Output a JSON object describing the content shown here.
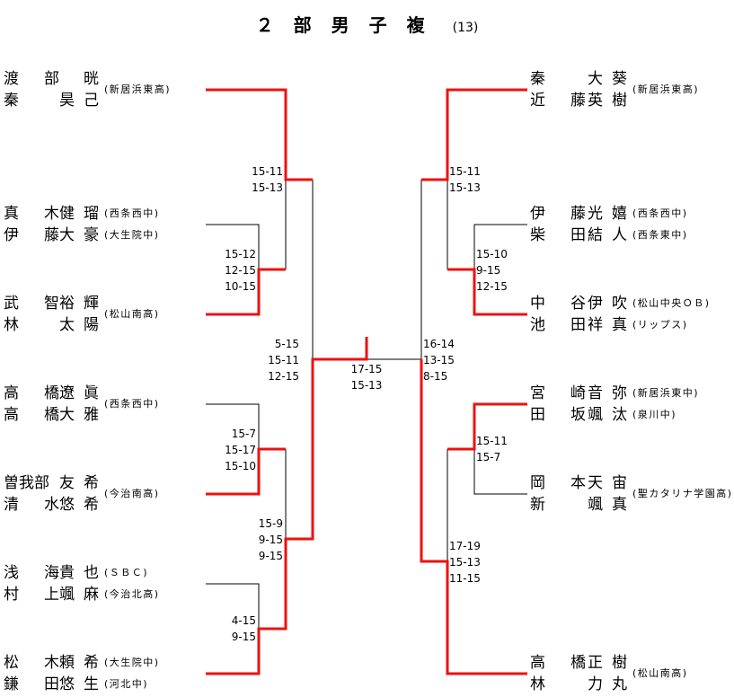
{
  "title": {
    "text": "２部男子複",
    "count": "(13)"
  },
  "left": [
    {
      "p": [
        {
          "s": "渡部",
          "g": "晄"
        },
        {
          "s": "秦",
          "g": "昊己"
        }
      ],
      "aff": "(新居浜東高)"
    },
    {
      "p": [
        {
          "s": "真木",
          "g": "健瑠",
          "a": "(西条西中)"
        },
        {
          "s": "伊藤",
          "g": "大豪",
          "a": "(大生院中)"
        }
      ]
    },
    {
      "p": [
        {
          "s": "武智",
          "g": "裕輝"
        },
        {
          "s": "林",
          "g": "太陽"
        }
      ],
      "aff": "(松山南高)"
    },
    {
      "p": [
        {
          "s": "高橋",
          "g": "遼眞"
        },
        {
          "s": "高橋",
          "g": "大雅"
        }
      ],
      "aff": "(西条西中)"
    },
    {
      "p": [
        {
          "s": "曽我部",
          "g": "友希"
        },
        {
          "s": "清水",
          "g": "悠希"
        }
      ],
      "aff": "(今治南高)"
    },
    {
      "p": [
        {
          "s": "浅海",
          "g": "貴也",
          "a": "(ＳＢＣ)"
        },
        {
          "s": "村上",
          "g": "颯麻",
          "a": "(今治北高)"
        }
      ]
    },
    {
      "p": [
        {
          "s": "松木",
          "g": "頼希",
          "a": "(大生院中)"
        },
        {
          "s": "鎌田",
          "g": "悠生",
          "a": "(河北中)"
        }
      ]
    }
  ],
  "right": [
    {
      "p": [
        {
          "s": "秦",
          "g": "大葵"
        },
        {
          "s": "近藤",
          "g": "英樹"
        }
      ],
      "aff": "(新居浜東高)"
    },
    {
      "p": [
        {
          "s": "伊藤",
          "g": "光嬉",
          "a": "(西条西中)"
        },
        {
          "s": "柴田",
          "g": "結人",
          "a": "(西条東中)"
        }
      ]
    },
    {
      "p": [
        {
          "s": "中谷",
          "g": "伊吹",
          "a": "(松山中央ＯＢ)"
        },
        {
          "s": "池田",
          "g": "祥真",
          "a": "(リップス)"
        }
      ]
    },
    {
      "p": [
        {
          "s": "宮崎",
          "g": "音弥",
          "a": "(新居浜東中)"
        },
        {
          "s": "田坂",
          "g": "颯汰",
          "a": "(泉川中)"
        }
      ]
    },
    {
      "p": [
        {
          "s": "岡本",
          "g": "天宙"
        },
        {
          "s": "新",
          "g": "颯真"
        }
      ],
      "aff": "(聖カタリナ学園高)"
    },
    {
      "p": [
        {
          "s": "高橋",
          "g": "正樹"
        },
        {
          "s": "林",
          "g": "力丸"
        }
      ],
      "aff": "(松山南高)"
    }
  ],
  "scores": {
    "l_r1_a": [
      "15-12",
      "12-15",
      "10-15"
    ],
    "l_r1_b": [
      "15-7",
      "15-17",
      "15-10"
    ],
    "l_r1_c": [
      "4-15",
      "9-15"
    ],
    "l_r2_a": [
      "15-11",
      "15-13"
    ],
    "l_r2_b": [
      "15-9",
      "9-15",
      "9-15"
    ],
    "l_semi": [
      "5-15",
      "15-11",
      "12-15"
    ],
    "final": [
      "17-15",
      "15-13"
    ],
    "r_semi": [
      "16-14",
      "13-15",
      "8-15"
    ],
    "r_r1_a": [
      "15-10",
      "9-15",
      "12-15"
    ],
    "r_r1_b": [
      "15-11",
      "15-7"
    ],
    "r_r2_a": [
      "15-11",
      "15-13"
    ],
    "r_r2_b": [
      "17-19",
      "15-13",
      "11-15"
    ]
  },
  "colors": {
    "winner": "#ee1111",
    "line": "#000000"
  }
}
